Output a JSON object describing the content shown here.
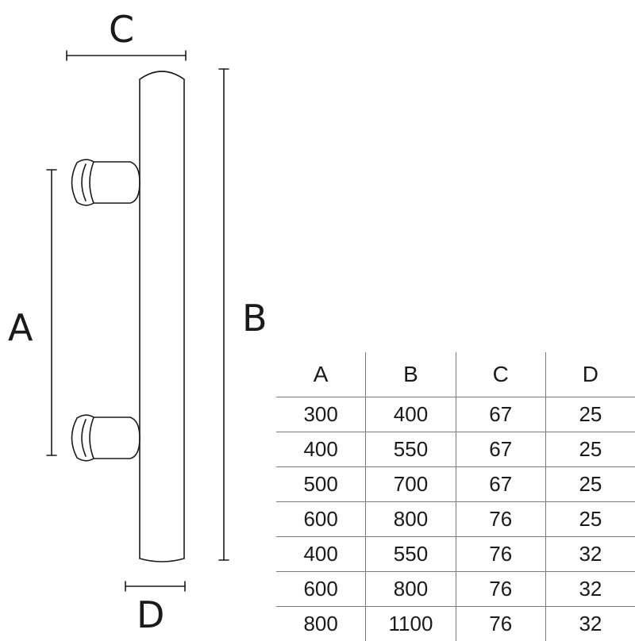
{
  "dimensions": {
    "a": "A",
    "b": "B",
    "c": "C",
    "d": "D"
  },
  "table": {
    "headers": [
      "A",
      "B",
      "C",
      "D"
    ],
    "rows": [
      [
        "300",
        "400",
        "67",
        "25"
      ],
      [
        "400",
        "550",
        "67",
        "25"
      ],
      [
        "500",
        "700",
        "67",
        "25"
      ],
      [
        "600",
        "800",
        "76",
        "25"
      ],
      [
        "400",
        "550",
        "76",
        "32"
      ],
      [
        "600",
        "800",
        "76",
        "32"
      ],
      [
        "800",
        "1100",
        "76",
        "32"
      ]
    ]
  }
}
